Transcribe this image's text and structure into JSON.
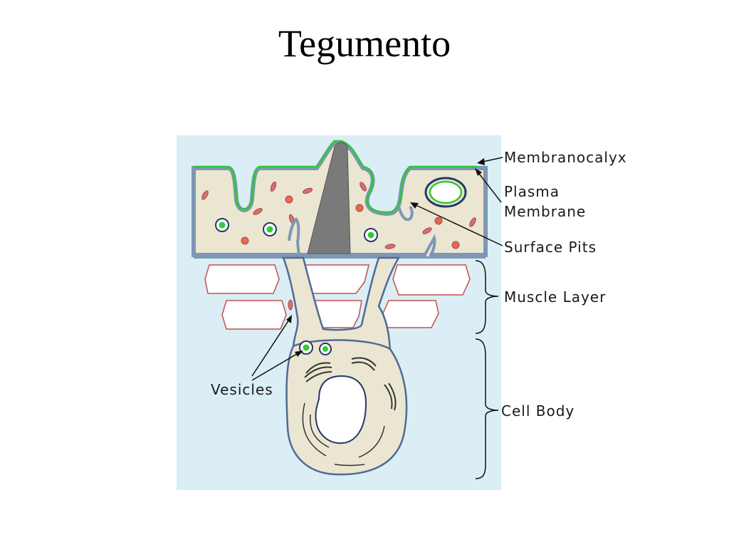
{
  "slide": {
    "title": "Tegumento"
  },
  "labels": {
    "membranocalyx": "Membranocalyx",
    "plasma_membrane_line1": "Plasma",
    "plasma_membrane_line2": "Membrane",
    "surface_pits": "Surface Pits",
    "muscle_layer": "Muscle Layer",
    "cell_body": "Cell Body",
    "vesicles": "Vesicles"
  },
  "colors": {
    "background": "#dbeef5",
    "cytoplasm": "#ebe6d2",
    "membrane": "#7d97b5",
    "membrane_outline": "#243a66",
    "membranocalyx": "#2ec92e",
    "muscle_outline": "#c0504d",
    "spine": "#7a7a7a",
    "organelle": "#d4706e",
    "vesicle": "#33cc33"
  }
}
